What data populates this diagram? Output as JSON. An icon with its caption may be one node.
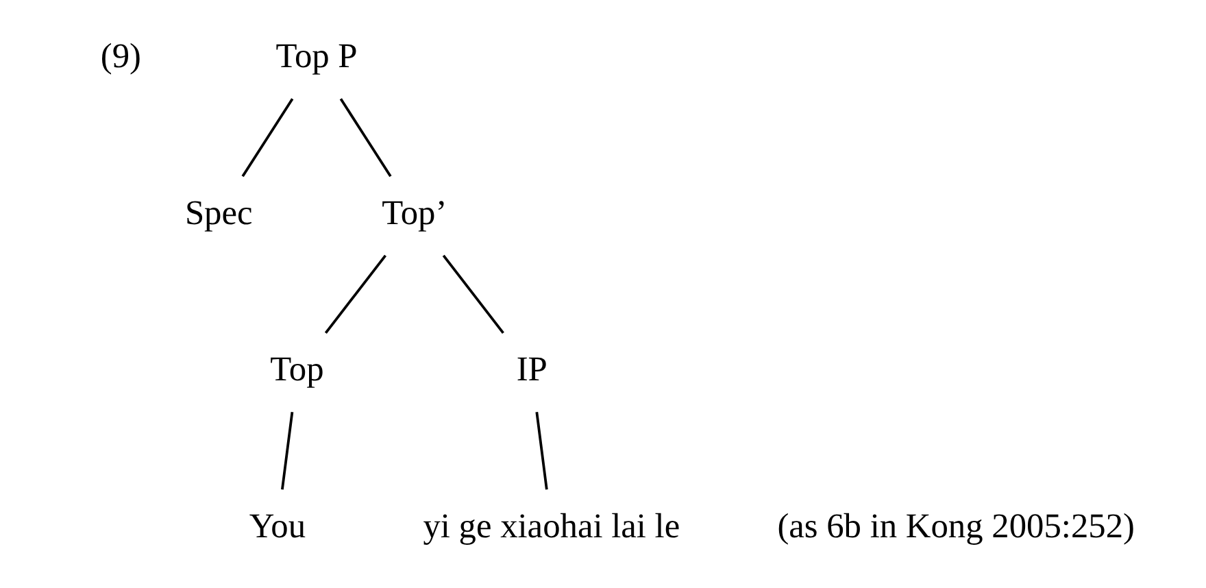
{
  "diagram": {
    "nodes": [
      {
        "text": [
          "Top P"
        ]
      },
      {
        "text": [
          "Spec"
        ]
      },
      {
        "text": [
          "Top’"
        ]
      },
      {
        "text": [
          "Top"
        ]
      },
      {
        "text": [
          "IP"
        ]
      },
      {
        "text": [
          "You"
        ]
      },
      {
        "text": [
          "yi ge xiaohai lai le"
        ]
      }
    ],
    "edges": [
      {
        "from": 0,
        "to": 1,
        "arrow": "none"
      },
      {
        "from": 0,
        "to": 2,
        "arrow": "none"
      },
      {
        "from": 2,
        "to": 3,
        "arrow": "none"
      },
      {
        "from": 2,
        "to": 4,
        "arrow": "none"
      },
      {
        "from": 3,
        "to": 5,
        "arrow": "none"
      },
      {
        "from": 4,
        "to": 6,
        "arrow": "none"
      }
    ],
    "labels": [
      "(9)",
      "(as 6b in Kong 2005:252)"
    ]
  }
}
